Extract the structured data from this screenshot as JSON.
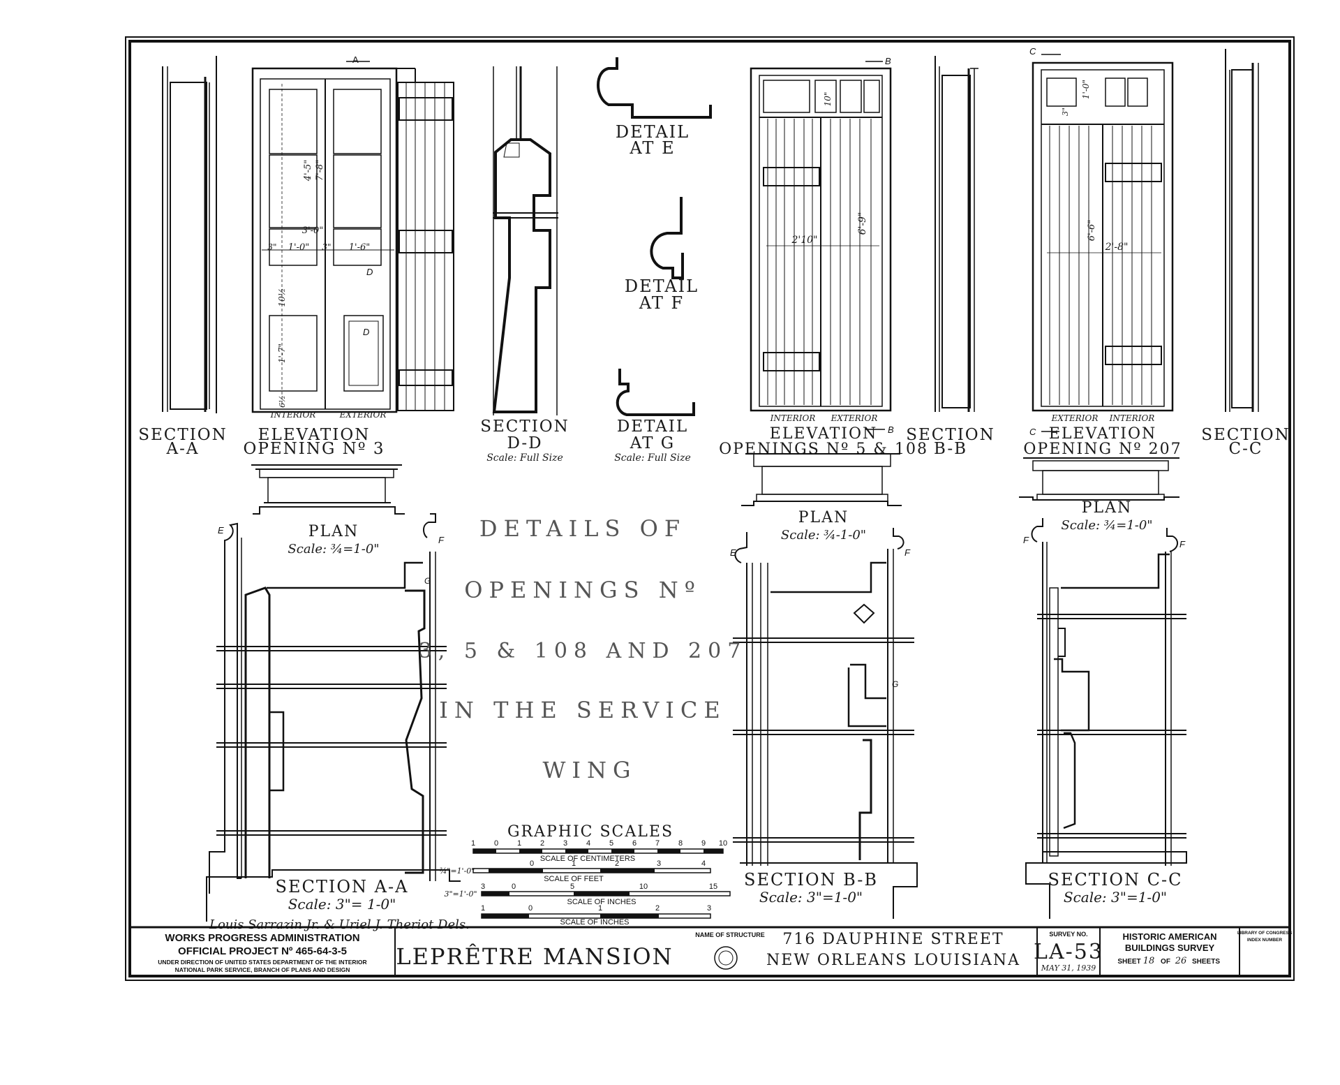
{
  "labels": {
    "section_aa_top": [
      "SECTION",
      "A-A"
    ],
    "elev3": [
      "ELEVATION",
      "OPENING Nº 3"
    ],
    "section_dd": [
      "SECTION",
      "D-D"
    ],
    "section_dd_scale": "Scale: Full Size",
    "detail_e": [
      "DETAIL",
      "AT E"
    ],
    "detail_f": [
      "DETAIL",
      "AT F"
    ],
    "detail_g": [
      "DETAIL",
      "AT G"
    ],
    "detail_g_scale": "Scale: Full Size",
    "elev5": [
      "ELEVATION",
      "OPENINGS Nº 5 & 108"
    ],
    "section_bb_top": [
      "SECTION",
      "B-B"
    ],
    "elev207": [
      "ELEVATION",
      "OPENING Nº 207"
    ],
    "section_cc_top": [
      "SECTION",
      "C-C"
    ],
    "plan_left": "PLAN",
    "plan_left_scale": "Scale: ¾=1-0\"",
    "plan_mid": "PLAN",
    "plan_mid_scale": "Scale: ¾-1-0\"",
    "plan_right": "PLAN",
    "plan_right_scale": "Scale: ¾=1-0\"",
    "section_aa_bottom": "SECTION A-A",
    "section_aa_bottom_scale": "Scale: 3\"= 1-0\"",
    "section_bb_bottom": "SECTION B-B",
    "section_bb_bottom_scale": "Scale: 3\"=1-0\"",
    "section_cc_bottom": "SECTION C-C",
    "section_cc_bottom_scale": "Scale: 3\"=1-0\"",
    "interior": "INTERIOR",
    "exterior": "EXTERIOR",
    "mark_a": "A",
    "mark_b": "B",
    "mark_c": "C",
    "mark_d": "D",
    "mark_e": "E",
    "mark_f": "F",
    "mark_g": "G"
  },
  "dimensions": {
    "elev3_top": "4'-5\"",
    "elev3_total": "7'-8\"",
    "elev3_width": "3'-0\"",
    "elev3_leaf_a": "1'-0\"",
    "elev3_leaf_b": "1'-6\"",
    "elev3_stile_a": "3\"",
    "elev3_stile_b": "3\"",
    "elev3_mid": "10½",
    "elev3_bottom_panel": "1'-7\"",
    "elev3_rail": "6½",
    "elev5_transom": "10\"",
    "elev5_width": "2'10\"",
    "elev5_height": "6'-9\"",
    "elev207_transom_a": "1'-0\"",
    "elev207_transom_b": "3\"",
    "elev207_height": "6'-6\"",
    "elev207_width": "2'-8\""
  },
  "center_title": [
    "DETAILS OF",
    "OPENINGS Nº",
    "3, 5 & 108 AND 207",
    "IN THE SERVICE",
    "WING"
  ],
  "graphic_scales": {
    "title": "GRAPHIC SCALES",
    "cm_ticks": [
      "1",
      "0",
      "1",
      "2",
      "3",
      "4",
      "5",
      "6",
      "7",
      "8",
      "9",
      "10"
    ],
    "cm_label": "SCALE OF CENTIMETERS",
    "feet_prefix": "¾\"=1'-0\"",
    "feet_ticks": [
      "0",
      "1",
      "2",
      "3",
      "4"
    ],
    "feet_label": "SCALE OF FEET",
    "inches3_prefix": "3\"=1'-0\"",
    "inches3_ticks": [
      "3",
      "0",
      "5",
      "10",
      "15"
    ],
    "inches3_label": "SCALE OF INCHES",
    "inches_ticks": [
      "1",
      "0",
      "1",
      "2",
      "3"
    ],
    "inches_label": "SCALE OF INCHES"
  },
  "delineators": "Louis Sarrazin Jr. & Uriel J. Theriot Dels.",
  "title_block": {
    "wpa_line1": "WORKS PROGRESS ADMINISTRATION",
    "wpa_line2": "OFFICIAL PROJECT Nº 465-64-3-5",
    "wpa_line3": "UNDER DIRECTION OF UNITED STATES DEPARTMENT OF THE INTERIOR",
    "wpa_line4": "NATIONAL PARK SERVICE, BRANCH OF PLANS AND DESIGN",
    "structure_name": "LEPRÊTRE MANSION",
    "name_caption": "NAME OF STRUCTURE",
    "address1": "716 DAUPHINE STREET",
    "address2": "NEW ORLEANS LOUISIANA",
    "survey_caption": "SURVEY NO.",
    "survey_no": "LA-53",
    "date": "MAY 31, 1939",
    "habs1": "HISTORIC AMERICAN",
    "habs2": "BUILDINGS SURVEY",
    "sheet_prefix": "SHEET",
    "sheet_no": "18",
    "sheet_of": "OF",
    "sheet_total": "26",
    "sheet_suffix": "SHEETS",
    "loc1": "LIBRARY OF CONGRESS",
    "loc2": "INDEX NUMBER"
  }
}
